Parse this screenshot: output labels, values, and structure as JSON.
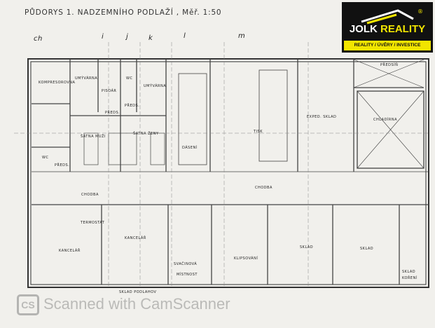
{
  "title": "PŮDORYS 1. NADZEMNÍHO PODLAŽÍ , Měř. 1:50",
  "logo": {
    "name_white": "JOLK",
    "name_yellow": "REALITY",
    "tagline": "REALITY / ÚVĚRY / INVESTICE",
    "registered": "®",
    "colors": {
      "background": "#111111",
      "accent": "#f2e500"
    }
  },
  "watermark": {
    "icon": "CS",
    "text": "Scanned with CamScanner"
  },
  "rooms": [
    "KOMPRESOROVNA",
    "UMÝVÁRNA",
    "WC",
    "PISOÁR",
    "WC",
    "UMÝVÁRNA",
    "PŘEDS.",
    "PŘEDS.",
    "PŘEDS.",
    "ŠATNA MUŽI",
    "ŠATNA ŽENY",
    "DÁSENÍ",
    "TISK",
    "EXPED. SKLAD",
    "PŘEDSÍŇ",
    "CHLADÍRNA",
    "CHODBA",
    "CHODBA",
    "KANCELÁŘ",
    "KANCELÁŘ",
    "SKLAD PODLAHOV",
    "SVAČINOVÁ",
    "MÍSTNOST",
    "KLIPSOVÁNÍ",
    "SKLAD",
    "SKLAD",
    "SKLAD",
    "KOŘENÍ",
    "TERMOSTAT"
  ],
  "axis_marks": [
    "ch",
    "i",
    "j",
    "k",
    "l",
    "m"
  ]
}
